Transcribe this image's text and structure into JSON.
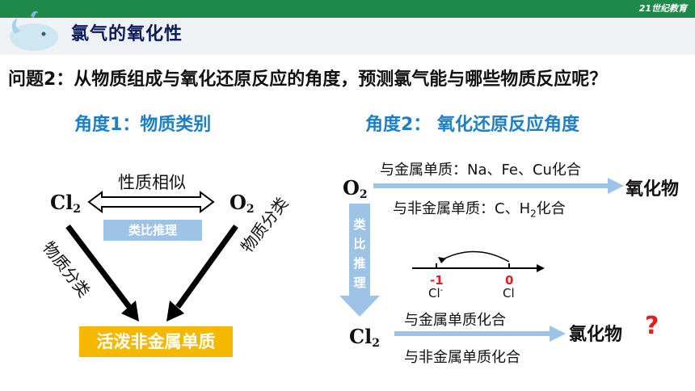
{
  "header": {
    "title": "氯气的氧化性",
    "logo": "21世纪教育"
  },
  "question": "问题2：从物质组成与氧化还原反应的角度，预测氯气能与哪些物质反应呢？",
  "left": {
    "heading": "角度1：物质类别",
    "cl2": "Cl",
    "o2": "O",
    "sub2": "2",
    "similar": "性质相似",
    "analogy": "类比推理",
    "classify_left": "物质分类",
    "classify_right": "物质分类",
    "result": "活泼非金属单质"
  },
  "right": {
    "heading": "角度2： 氧化还原反应角度",
    "o2": "O",
    "cl2": "Cl",
    "sub2": "2",
    "metal_label": "与金属单质：Na、Fe、Cu化合",
    "nonmetal_label_a": "与非金属单质：C、H",
    "nonmetal_label_sub": "2",
    "nonmetal_label_b": "化合",
    "oxide": "氧化物",
    "analogy_vertical": [
      "类",
      "比",
      "推",
      "理"
    ],
    "minus_one": "-1",
    "zero": "0",
    "cl_minus": "Cl",
    "cl_minus_sup": "-",
    "cl_zero": "Cl",
    "metal_combine": "与金属单质化合",
    "nonmetal_combine": "与非金属单质化合",
    "chloride": "氯化物",
    "question_mark": "?"
  },
  "colors": {
    "topbar": "#1f8a4c",
    "heading_blue": "#1d7fc4",
    "arrow_light": "#9dc3e6",
    "result_gold": "#f5b800",
    "red": "#e02020"
  }
}
